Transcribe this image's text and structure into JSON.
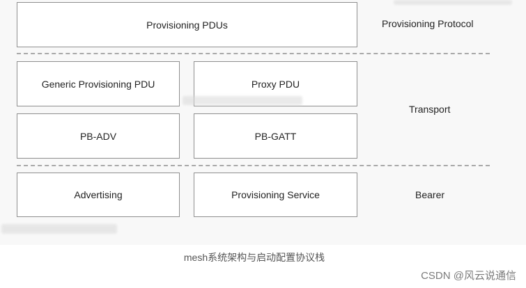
{
  "diagram": {
    "protocol_layer": {
      "label": "Provisioning Protocol",
      "boxes": [
        "Provisioning PDUs"
      ]
    },
    "transport_layer": {
      "label": "Transport",
      "boxes": [
        "Generic Provisioning PDU",
        "Proxy PDU",
        "PB-ADV",
        "PB-GATT"
      ]
    },
    "bearer_layer": {
      "label": "Bearer",
      "boxes": [
        "Advertising",
        "Provisioning Service"
      ]
    }
  },
  "caption": "mesh系统架构与启动配置协议栈",
  "credit": "CSDN @风云说通信"
}
